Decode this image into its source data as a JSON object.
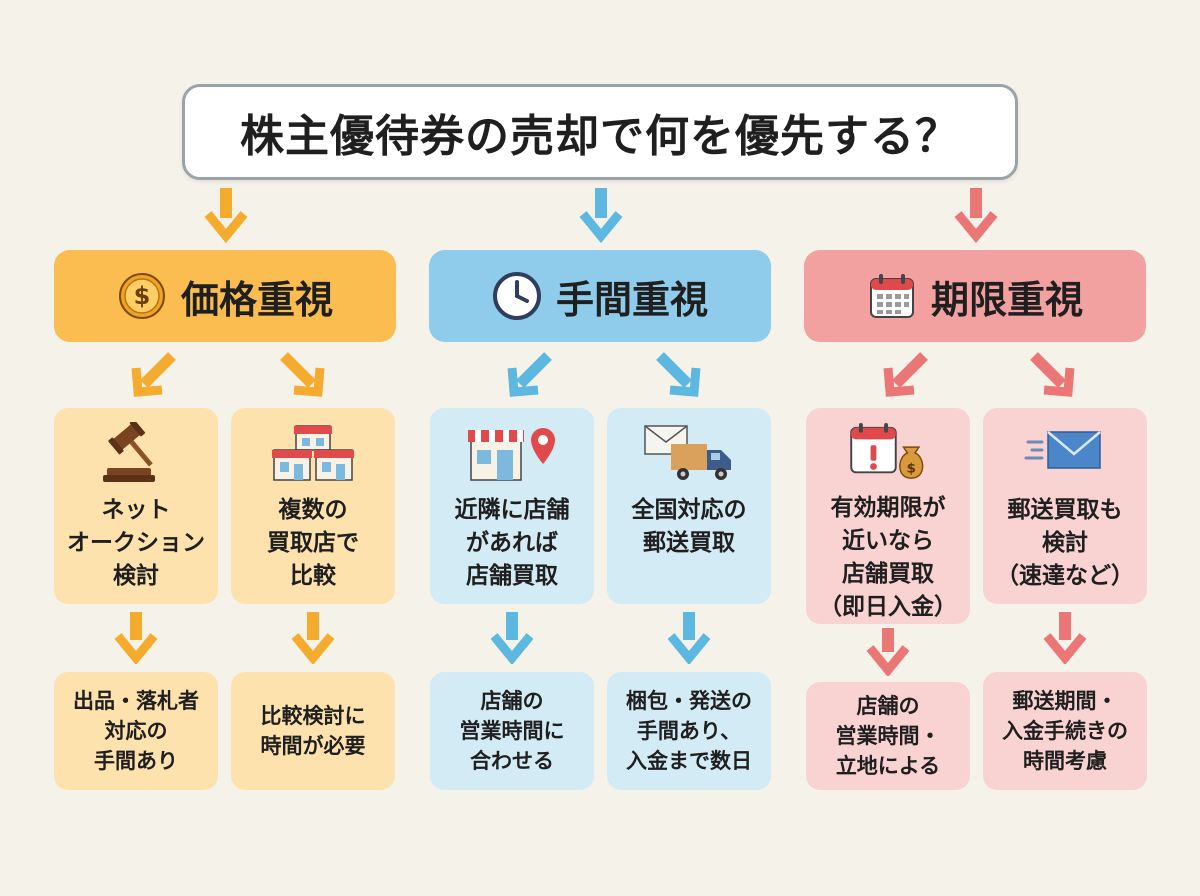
{
  "title": "株主優待券の売却で何を優先する？",
  "colors": {
    "background": "#f5f2ea",
    "price_header": "#fbbd4f",
    "price_card": "#fde2ae",
    "price_arrow": "#f5ab2e",
    "time_header": "#8fcbea",
    "time_card": "#d3ebf5",
    "time_arrow": "#5cb7e1",
    "deadline_header": "#f3a0a0",
    "deadline_card": "#f9d3d1",
    "deadline_arrow": "#eb7676"
  },
  "categories": [
    {
      "label": "価格重視",
      "icon": "dollar-coin-icon",
      "options": [
        {
          "icon": "gavel-icon",
          "text": "ネット\nオークション\n検討",
          "note": "出品・落札者\n対応の\n手間あり"
        },
        {
          "icon": "stores-icon",
          "text": "複数の\n買取店で\n比較",
          "note": "比較検討に\n時間が必要"
        }
      ]
    },
    {
      "label": "手間重視",
      "icon": "clock-icon",
      "options": [
        {
          "icon": "store-location-icon",
          "text": "近隣に店舗\nがあれば\n店舗買取",
          "note": "店舗の\n営業時間に\n合わせる"
        },
        {
          "icon": "mail-truck-icon",
          "text": "全国対応の\n郵送買取",
          "note": "梱包・発送の\n手間あり、\n入金まで数日"
        }
      ]
    },
    {
      "label": "期限重視",
      "icon": "calendar-icon",
      "options": [
        {
          "icon": "calendar-alert-money-icon",
          "text": "有効期限が\n近いなら\n店舗買取\n（即日入金）",
          "note": "店舗の\n営業時間・\n立地による"
        },
        {
          "icon": "fast-mail-icon",
          "text": "郵送買取も\n検討\n（速達など）",
          "note": "郵送期間・\n入金手続きの\n時間考慮"
        }
      ]
    }
  ]
}
